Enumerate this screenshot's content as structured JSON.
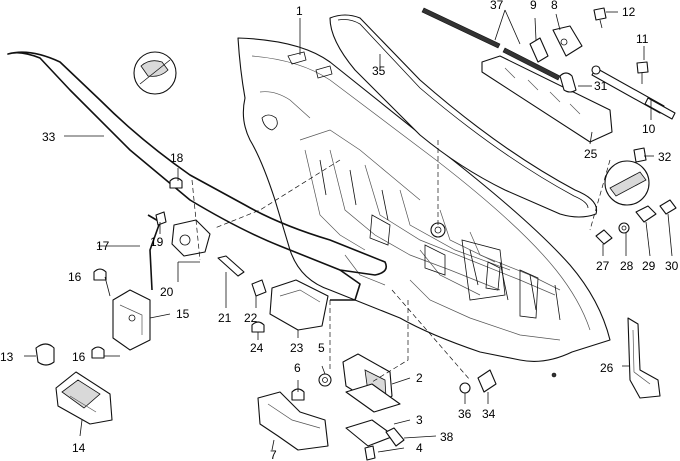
{
  "callouts": {
    "c1": "1",
    "c2": "2",
    "c3": "3",
    "c4": "4",
    "c5": "5",
    "c6": "6",
    "c7": "7",
    "c8": "8",
    "c9": "9",
    "c10": "10",
    "c11": "11",
    "c12": "12",
    "c13": "13",
    "c14": "14",
    "c15": "15",
    "c16a": "16",
    "c16b": "16",
    "c17": "17",
    "c18": "18",
    "c19": "19",
    "c20": "20",
    "c21": "21",
    "c22": "22",
    "c23": "23",
    "c24": "24",
    "c25": "25",
    "c26": "26",
    "c27": "27",
    "c28": "28",
    "c29": "29",
    "c30": "30",
    "c31": "31",
    "c32": "32",
    "c33": "33",
    "c34": "34",
    "c35": "35",
    "c36": "36",
    "c37": "37",
    "c38": "38"
  }
}
